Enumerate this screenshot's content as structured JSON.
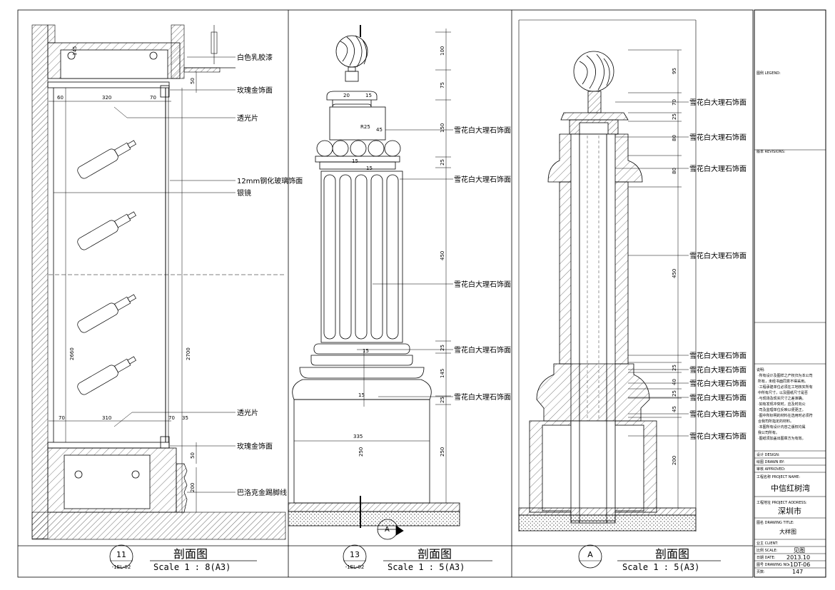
{
  "panels": {
    "p11": {
      "number": "11",
      "ref": "-1EL-02",
      "title": "剖面图",
      "scale": "Scale 1 : 8(A3)",
      "labels": [
        "白色乳胶漆",
        "玫瑰金饰面",
        "透光片",
        "12mm钢化玻璃饰面",
        "银镜",
        "透光片",
        "玫瑰金饰面",
        "巴洛克金踢脚线"
      ],
      "dims": [
        "60",
        "320",
        "70",
        "145",
        "50",
        "2660",
        "2700",
        "70",
        "310",
        "70",
        "35",
        "50",
        "200"
      ]
    },
    "p13": {
      "number": "13",
      "ref": "-1EL-02",
      "title": "剖面图",
      "scale": "Scale 1 : 5(A3)",
      "section_marker": "A",
      "labels": [
        "雪花白大理石饰面",
        "雪花白大理石饰面",
        "雪花白大理石饰面",
        "雪花白大理石饰面",
        "雪花白大理石饰面"
      ],
      "dims": [
        "100",
        "75",
        "150",
        "25",
        "450",
        "25",
        "145",
        "25",
        "250",
        "20",
        "15",
        "R25",
        "45",
        "15",
        "15",
        "15",
        "15",
        "335",
        "250"
      ]
    },
    "pA": {
      "number": "A",
      "title": "剖面图",
      "scale": "Scale 1 : 5(A3)",
      "labels": [
        "雪花白大理石饰面",
        "雪花白大理石饰面",
        "雪花白大理石饰面",
        "雪花白大理石饰面",
        "雪花白大理石饰面",
        "雪花白大理石饰面",
        "雪花白大理石饰面",
        "雪花白大理石饰面",
        "雪花白大理石饰面",
        "雪花白大理石饰面"
      ],
      "dims": [
        "95",
        "70",
        "25",
        "80",
        "80",
        "450",
        "25",
        "40",
        "25",
        "45",
        "200"
      ]
    }
  },
  "title_block": {
    "legend_label": "图例 LEGEND:",
    "revisions_label": "版本 REVISIONS:",
    "notes_label": "说明:",
    "notes": [
      "·所有设计及图样之产权归为本公司",
      "所有，未经书面同意不得采用。",
      "·工程承建单位必须在工地核实所有",
      "中所有尺寸，以及图纸尺寸是否",
      "·与现场及现实尺寸之差准确。",
      "·如有发现冲突时，应及时向公",
      "·司及监理单位反映以便更正。",
      "·图中所标明的材料在选用时必须符",
      "合我司所指定的材料。",
      "·本图所有设计内容之版权均属",
      "我公司所有。",
      "·图纸须加盖出图章方为有效。"
    ],
    "design_label": "设计 DESIGN:",
    "drawn_label": "绘图 DRAWN BY:",
    "checked_label": "审核 APPROVED:",
    "project_name_label": "工程名称 PROJECT NAME:",
    "project_name": "中信红树湾",
    "project_address_label": "工程地址 PROJECT ADDRESS:",
    "project_address": "深圳市",
    "drawing_title_label": "图名 DRAWING TITLE:",
    "drawing_title": "大样图",
    "client_label": "业主 CLIENT:",
    "scale_label": "比例 SCALE:",
    "scale_value": "见图",
    "date_label": "日期 DATE:",
    "date_value": "2013.10",
    "drawing_no_label": "图号 DRAWING NO:",
    "drawing_no_value": "-1DT-06",
    "page_label": "页数:",
    "page_value": "147"
  }
}
